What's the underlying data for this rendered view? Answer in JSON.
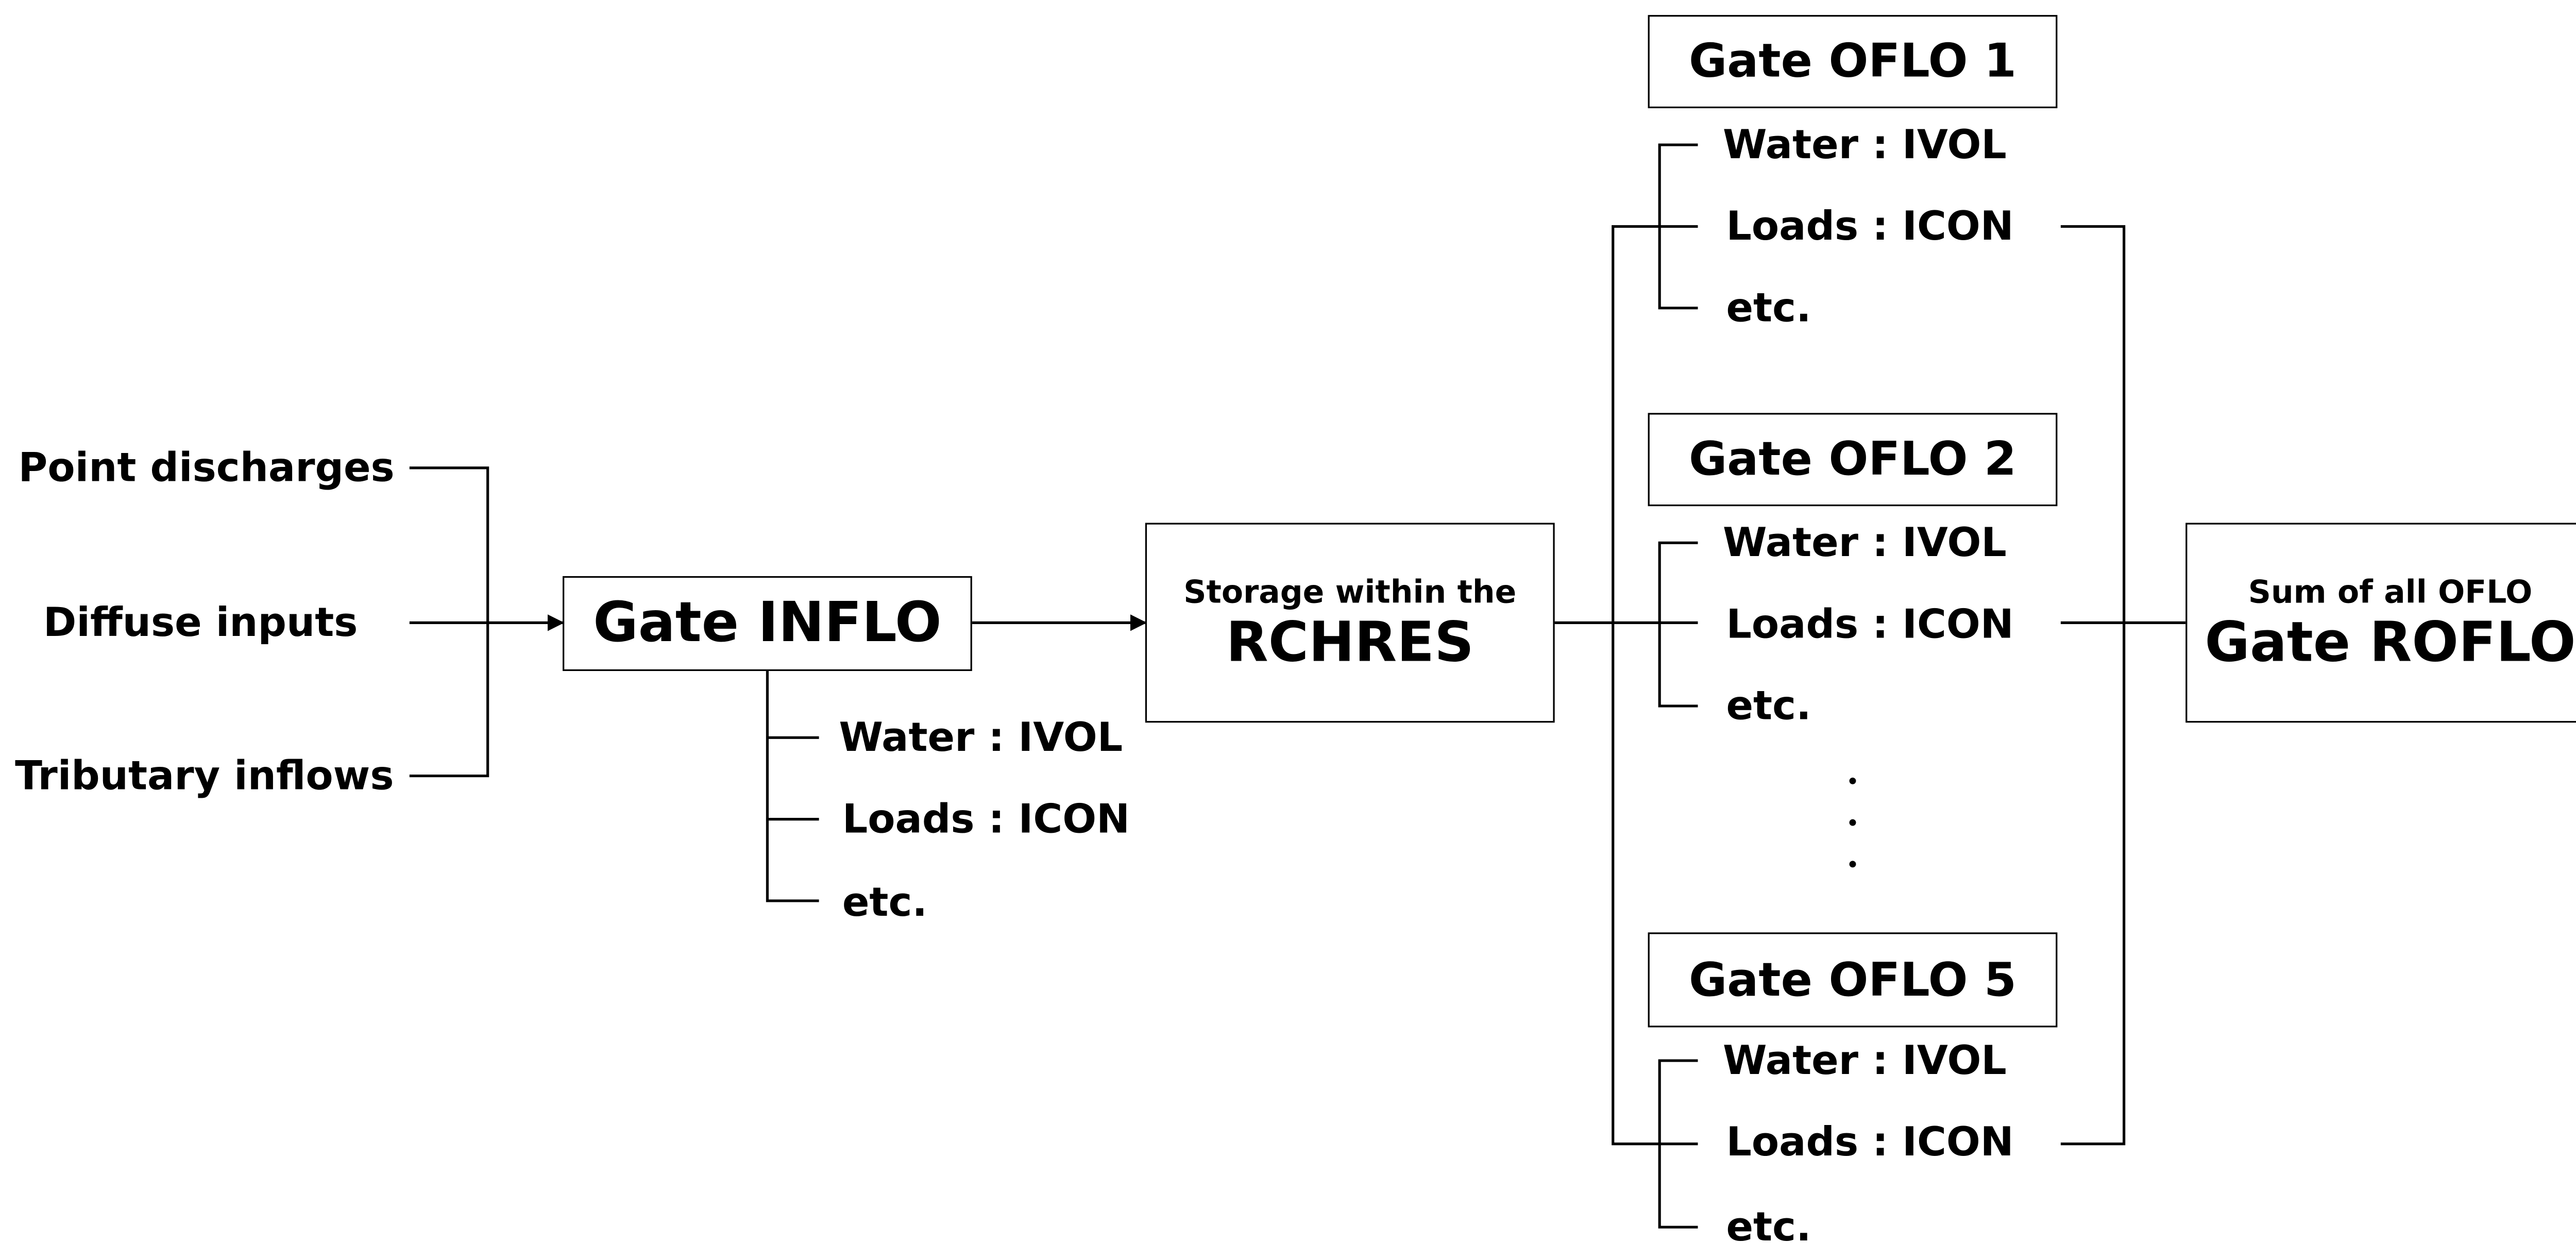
{
  "sources": [
    {
      "label": "Point discharges"
    },
    {
      "label": "Diffuse inputs"
    },
    {
      "label": "Tributary inflows"
    }
  ],
  "inflo": {
    "title": "Gate INFLO",
    "items": [
      "Water : IVOL",
      "Loads : ICON",
      "etc."
    ]
  },
  "storage": {
    "line1": "Storage within the",
    "line2": "RCHRES"
  },
  "oflo": [
    {
      "title": "Gate OFLO 1",
      "items": [
        "Water : IVOL",
        "Loads : ICON",
        "etc."
      ]
    },
    {
      "title": "Gate OFLO 2",
      "items": [
        "Water : IVOL",
        "Loads : ICON",
        "etc."
      ]
    },
    {
      "title": "Gate OFLO 5",
      "items": [
        "Water : IVOL",
        "Loads : ICON",
        "etc."
      ]
    }
  ],
  "roflo": {
    "line1": "Sum of all OFLO",
    "line2": "Gate ROFLO"
  }
}
